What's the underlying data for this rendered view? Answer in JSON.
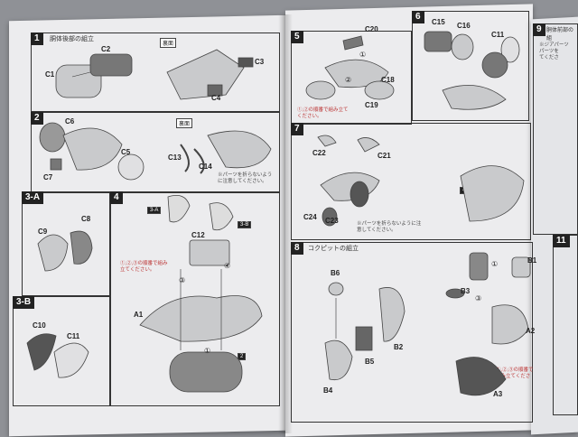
{
  "steps": {
    "s1": {
      "num": "1",
      "title": "胴体後部の組立",
      "ref": "裏面"
    },
    "s2": {
      "num": "2",
      "ref": "裏面",
      "note": "※パーツを折らないように注意してください。"
    },
    "s3a": {
      "num": "3-A"
    },
    "s3b": {
      "num": "3-B"
    },
    "s4": {
      "num": "4",
      "ref_a": "3-A",
      "ref_b": "3-B",
      "note": "①,②,③の順番で組み立てください。",
      "sub": "2"
    },
    "s5": {
      "num": "5",
      "note": "①,②の順番で組み立てください。"
    },
    "s6": {
      "num": "6"
    },
    "s7": {
      "num": "7",
      "note": "※パーツを折らないように注意してください。",
      "sub": "4"
    },
    "s8": {
      "num": "8",
      "title": "コクピットの組立",
      "note": "①,②,③の順番で組み立てください。"
    },
    "s9": {
      "num": "9",
      "title": "胴体前部の組"
    },
    "s11": {
      "num": "11"
    }
  },
  "parts": {
    "c1": "C1",
    "c2": "C2",
    "c3": "C3",
    "c4": "C4",
    "c5": "C5",
    "c6": "C6",
    "c7": "C7",
    "c8": "C8",
    "c9": "C9",
    "c10": "C10",
    "c11": "C11",
    "c12": "C12",
    "c13": "C13",
    "c14": "C14",
    "c15": "C15",
    "c16": "C16",
    "c18": "C18",
    "c19": "C19",
    "c20": "C20",
    "c21": "C21",
    "c22": "C22",
    "c23": "C23",
    "c24": "C24",
    "c11b": "C11",
    "a1": "A1",
    "a2": "A2",
    "a3": "A3",
    "b1": "B1",
    "b2": "B2",
    "b3": "B3",
    "b4": "B4",
    "b5": "B5",
    "b6": "B6"
  },
  "circled": {
    "one": "①",
    "two": "②",
    "three": "③",
    "four": "④"
  },
  "side_note": "※ジアパーツ\nパーツを\nてくださ"
}
